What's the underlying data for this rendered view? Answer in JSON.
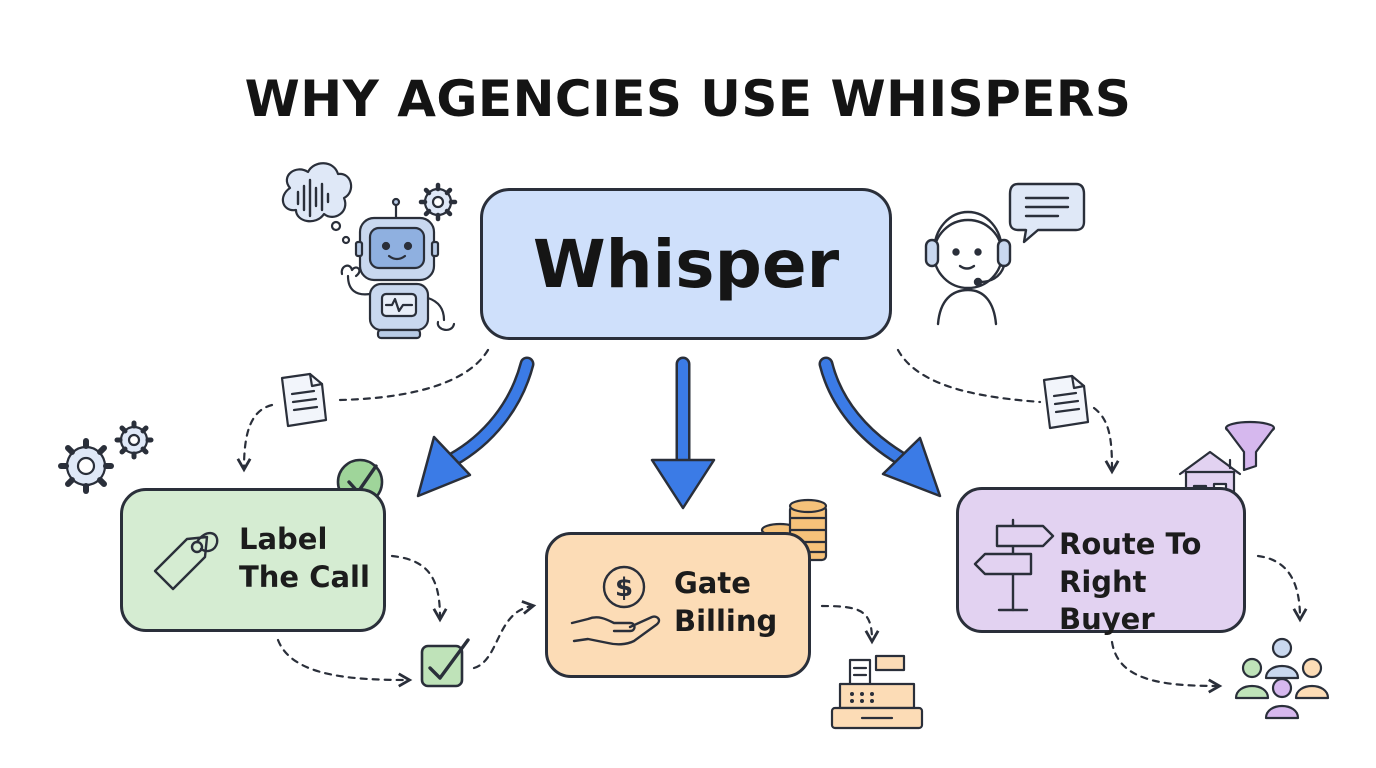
{
  "title": "WHY AGENCIES USE WHISPERS",
  "hub": {
    "label": "Whisper"
  },
  "cards": [
    {
      "line1": "Label",
      "line2": "The Call"
    },
    {
      "line1": "Gate",
      "line2": "Billing"
    },
    {
      "line1": "Route To",
      "line2": "Right Buyer"
    }
  ],
  "icons": {
    "currency_symbol": "$"
  },
  "colors": {
    "hub_fill": "#cfe0fb",
    "arrow_blue": "#3b7be6",
    "label_card_fill": "#d5ecd2",
    "billing_card_fill": "#fcdcb6",
    "route_card_fill": "#e2d2f1",
    "outline": "#2a2f3a"
  }
}
